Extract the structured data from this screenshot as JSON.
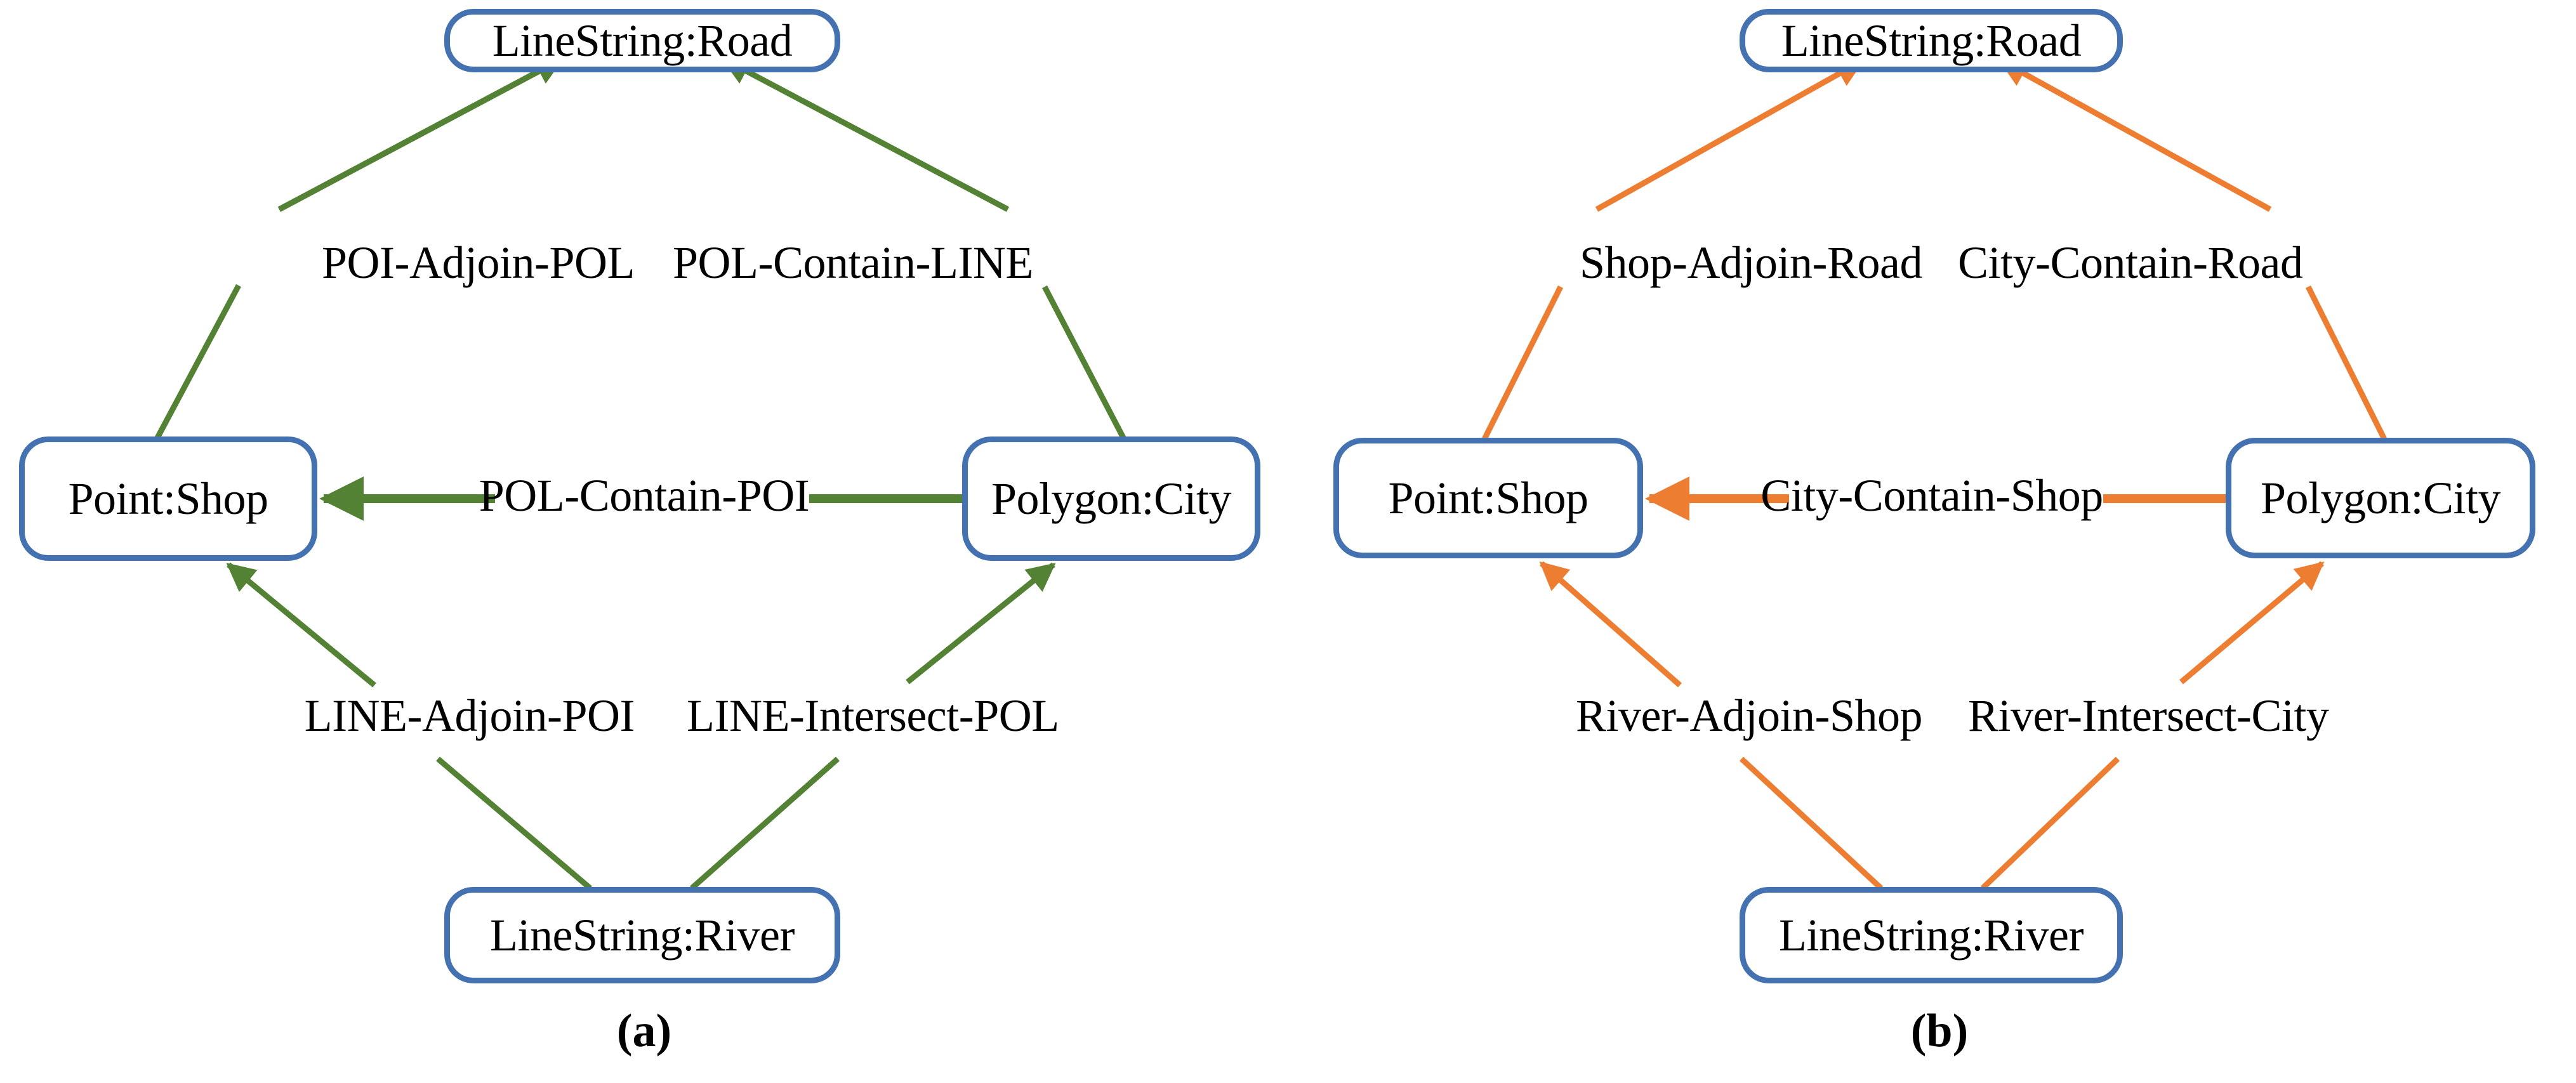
{
  "figure": {
    "type": "diagram",
    "background": "#ffffff",
    "node_border_color": "#4472b0",
    "node_fill_color": "#ffffff",
    "text_color": "#000000"
  },
  "panels": [
    {
      "id": "a",
      "caption": "(a)",
      "edge_color": "#548235",
      "nodes": {
        "top": "LineString:Road",
        "left": "Point:Shop",
        "right": "Polygon:City",
        "bottom": "LineString:River"
      },
      "edges": {
        "shop_to_road": "POI-Adjoin-POL",
        "city_to_road": "POL-Contain-LINE",
        "city_to_shop": "POL-Contain-POI",
        "river_to_shop": "LINE-Adjoin-POI",
        "river_to_city": "LINE-Intersect-POL"
      }
    },
    {
      "id": "b",
      "caption": "(b)",
      "edge_color": "#ed7d31",
      "nodes": {
        "top": "LineString:Road",
        "left": "Point:Shop",
        "right": "Polygon:City",
        "bottom": "LineString:River"
      },
      "edges": {
        "shop_to_road": "Shop-Adjoin-Road",
        "city_to_road": "City-Contain-Road",
        "city_to_shop": "City-Contain-Shop",
        "river_to_shop": "River-Adjoin-Shop",
        "river_to_city": "River-Intersect-City"
      }
    }
  ]
}
